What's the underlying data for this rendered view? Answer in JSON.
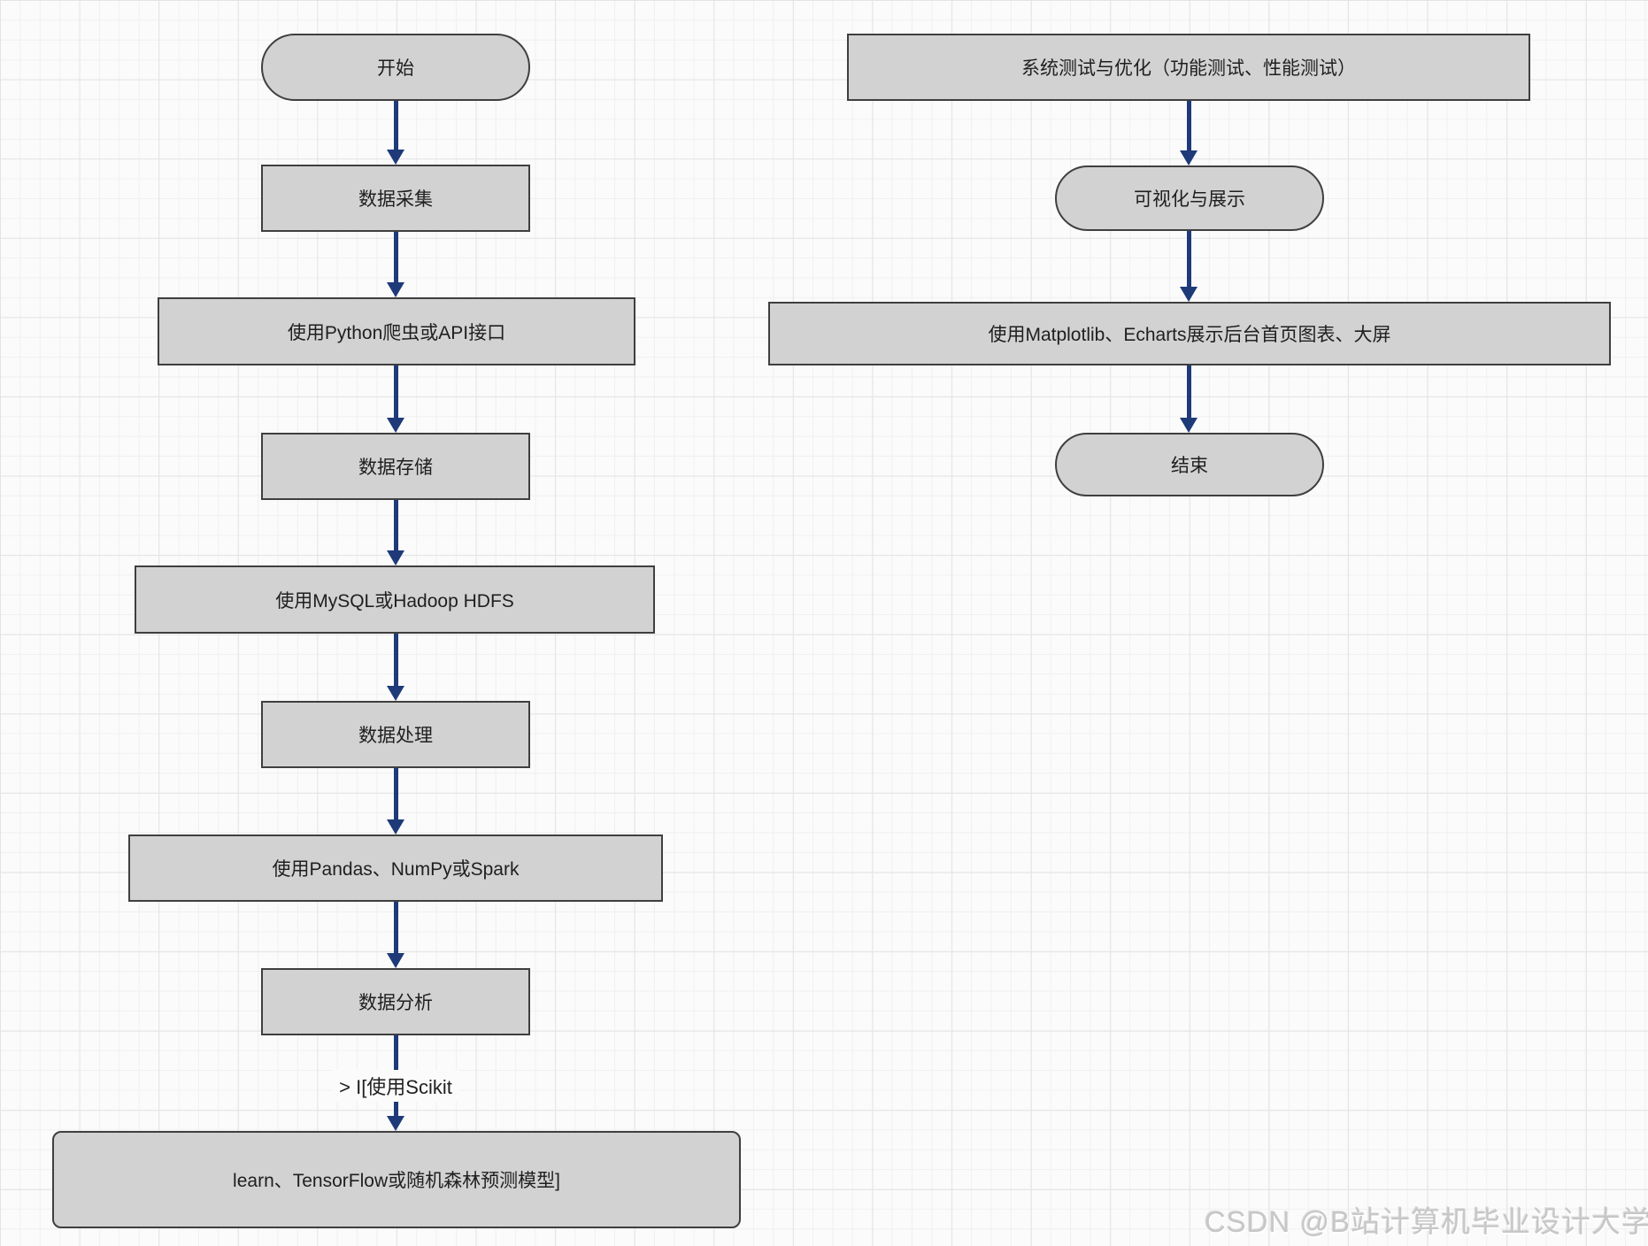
{
  "colors": {
    "bg": "#fbfbfb",
    "grid_minor": "#f1f0f1",
    "grid_major": "#e5e4e5",
    "node_fill": "#d3d2d2",
    "node_border": "#3f3f3f",
    "arrow": "#1e3a78",
    "text": "#1f1f1f",
    "watermark": "#c7c7c7"
  },
  "flow": {
    "left": {
      "nodes": [
        {
          "label": "开始",
          "shape": "stadium"
        },
        {
          "label": "数据采集",
          "shape": "rect"
        },
        {
          "label": "使用Python爬虫或API接口",
          "shape": "rect"
        },
        {
          "label": "数据存储",
          "shape": "rect"
        },
        {
          "label": "使用MySQL或Hadoop HDFS",
          "shape": "rect"
        },
        {
          "label": "数据处理",
          "shape": "rect"
        },
        {
          "label": "使用Pandas、NumPy或Spark",
          "shape": "rect"
        },
        {
          "label": "数据分析",
          "shape": "rect"
        },
        {
          "label": "learn、TensorFlow或随机森林预测模型]",
          "shape": "rounded-rect"
        }
      ],
      "edge_label": "> I[使用Scikit"
    },
    "right": {
      "nodes": [
        {
          "label": "系统测试与优化（功能测试、性能测试）",
          "shape": "rect"
        },
        {
          "label": "可视化与展示",
          "shape": "stadium"
        },
        {
          "label": "使用Matplotlib、Echarts展示后台首页图表、大屏",
          "shape": "rect"
        },
        {
          "label": "结束",
          "shape": "stadium"
        }
      ]
    }
  },
  "watermark": {
    "text": "CSDN @B站计算机毕业设计大学"
  }
}
